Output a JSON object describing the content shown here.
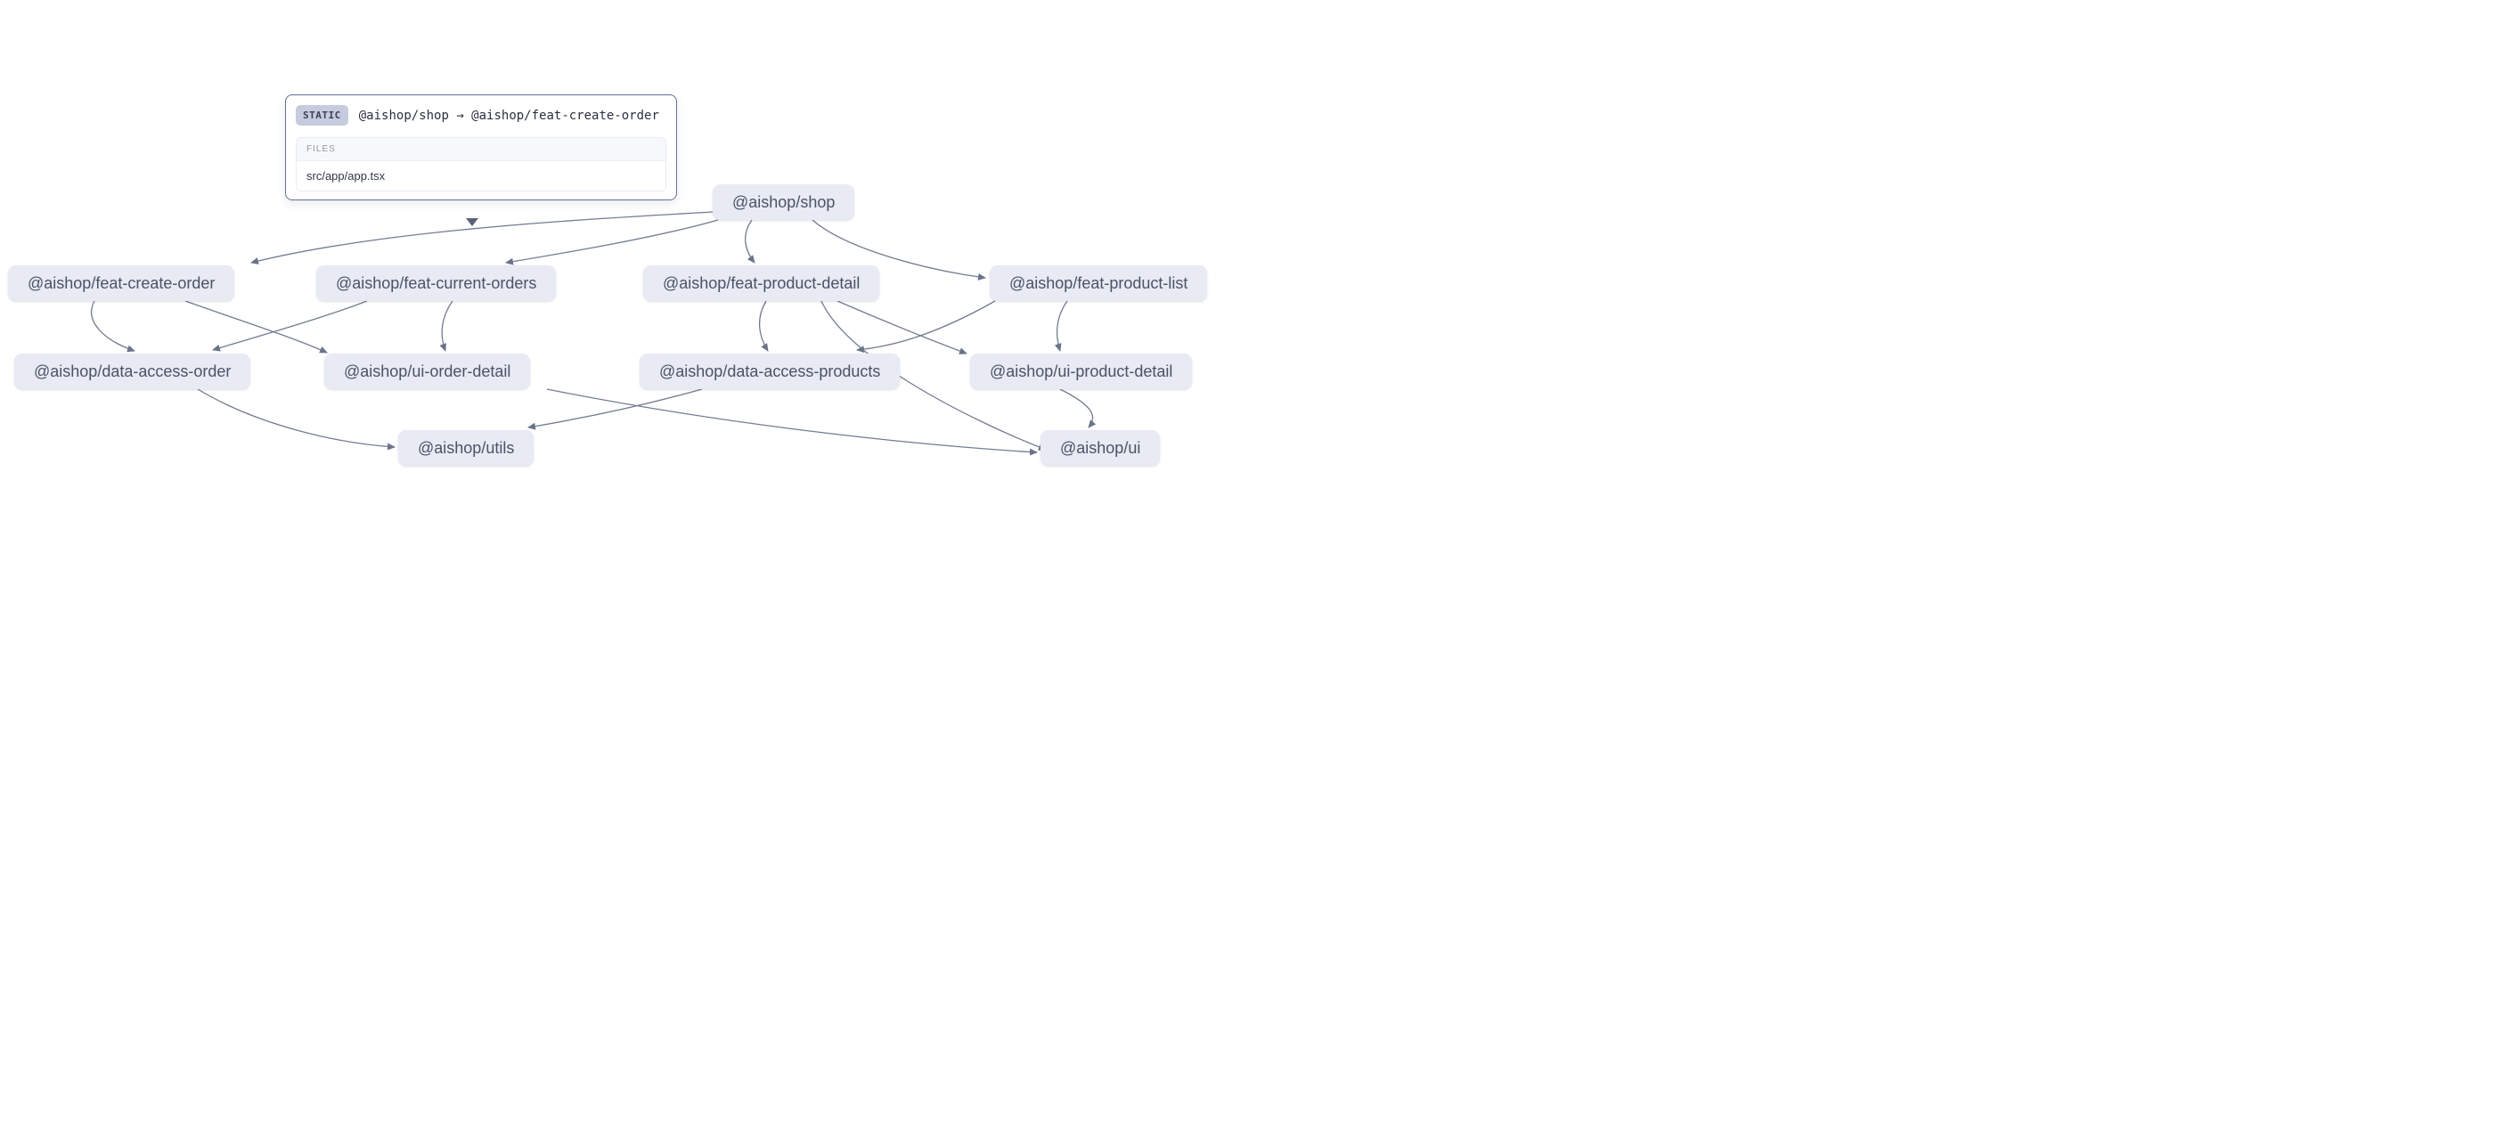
{
  "graph": {
    "nodes": [
      {
        "id": "shop",
        "label": "@aishop/shop"
      },
      {
        "id": "feat-create-order",
        "label": "@aishop/feat-create-order"
      },
      {
        "id": "feat-current-orders",
        "label": "@aishop/feat-current-orders"
      },
      {
        "id": "feat-product-detail",
        "label": "@aishop/feat-product-detail"
      },
      {
        "id": "feat-product-list",
        "label": "@aishop/feat-product-list"
      },
      {
        "id": "data-access-order",
        "label": "@aishop/data-access-order"
      },
      {
        "id": "ui-order-detail",
        "label": "@aishop/ui-order-detail"
      },
      {
        "id": "data-access-products",
        "label": "@aishop/data-access-products"
      },
      {
        "id": "ui-product-detail",
        "label": "@aishop/ui-product-detail"
      },
      {
        "id": "utils",
        "label": "@aishop/utils"
      },
      {
        "id": "ui",
        "label": "@aishop/ui"
      }
    ],
    "edges": [
      {
        "source": "shop",
        "target": "feat-create-order",
        "type": "static",
        "hovered": true
      },
      {
        "source": "shop",
        "target": "feat-current-orders",
        "type": "static"
      },
      {
        "source": "shop",
        "target": "feat-product-detail",
        "type": "static"
      },
      {
        "source": "shop",
        "target": "feat-product-list",
        "type": "static"
      },
      {
        "source": "feat-create-order",
        "target": "data-access-order",
        "type": "static"
      },
      {
        "source": "feat-create-order",
        "target": "ui-order-detail",
        "type": "static"
      },
      {
        "source": "feat-current-orders",
        "target": "data-access-order",
        "type": "static"
      },
      {
        "source": "feat-current-orders",
        "target": "ui-order-detail",
        "type": "static"
      },
      {
        "source": "feat-product-detail",
        "target": "data-access-products",
        "type": "static"
      },
      {
        "source": "feat-product-detail",
        "target": "ui-product-detail",
        "type": "static"
      },
      {
        "source": "feat-product-detail",
        "target": "ui",
        "type": "static"
      },
      {
        "source": "feat-product-list",
        "target": "data-access-products",
        "type": "static"
      },
      {
        "source": "feat-product-list",
        "target": "ui-product-detail",
        "type": "static"
      },
      {
        "source": "data-access-order",
        "target": "utils",
        "type": "static"
      },
      {
        "source": "data-access-products",
        "target": "utils",
        "type": "static"
      },
      {
        "source": "ui-order-detail",
        "target": "ui",
        "type": "static"
      },
      {
        "source": "ui-product-detail",
        "target": "ui",
        "type": "static"
      }
    ]
  },
  "tooltip": {
    "badge": "STATIC",
    "route": "@aishop/shop → @aishop/feat-create-order",
    "files_header": "FILES",
    "files": [
      "src/app/app.tsx"
    ]
  },
  "colors": {
    "node_background": "#e8eaf4",
    "node_text": "#4b5365",
    "edge": "#737b92",
    "tooltip_border": "#667090",
    "badge_background": "#c6ccdd",
    "hover_arrow": "#5a6278",
    "canvas_background": "#ffffff"
  }
}
